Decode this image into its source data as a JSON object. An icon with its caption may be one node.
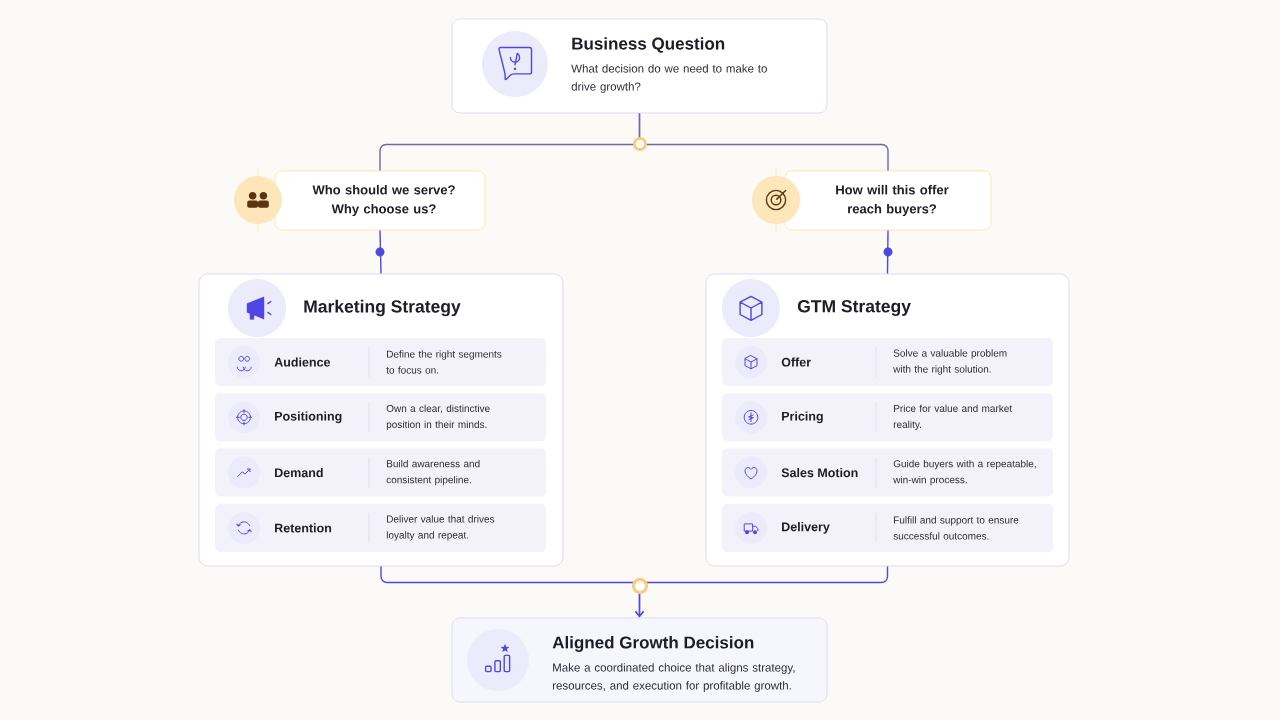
{
  "diagram": {
    "nodes": [
      {
        "text": [
          "Business Question",
          "What decision do we need to make to drive growth?"
        ]
      },
      {
        "text": [
          "Who should we serve? Why choose us?"
        ]
      },
      {
        "text": [
          "How will this offer reach buyers?"
        ]
      },
      {
        "text": [
          "Marketing Strategy"
        ]
      },
      {
        "text": [
          "Audience",
          "Define the right segments to focus on."
        ],
        "in": 3
      },
      {
        "text": [
          "Positioning",
          "Own a clear, distinctive position in their minds."
        ],
        "in": 3
      },
      {
        "text": [
          "Demand",
          "Build awareness and consistent pipeline."
        ],
        "in": 3
      },
      {
        "text": [
          "Retention",
          "Deliver value that drives loyalty and repeat."
        ],
        "in": 3
      },
      {
        "text": [
          "GTM Strategy"
        ]
      },
      {
        "text": [
          "Offer",
          "Solve a valuable problem with the right solution."
        ],
        "in": 8
      },
      {
        "text": [
          "Pricing",
          "Price for value and market reality."
        ],
        "in": 8
      },
      {
        "text": [
          "Sales Motion",
          "Guide buyers with a repeatable, win-win process."
        ],
        "in": 8
      },
      {
        "text": [
          "Delivery",
          "Fulfill and support to ensure successful outcomes."
        ],
        "in": 8
      },
      {
        "text": [
          "Aligned Growth Decision",
          "Make a coordinated choice that aligns strategy, resources, and execution for profitable growth."
        ]
      }
    ],
    "edges": [
      {
        "from": 0,
        "to": 1,
        "arrow": "none"
      },
      {
        "from": 0,
        "to": 2,
        "arrow": "none"
      },
      {
        "from": 1,
        "to": 3,
        "arrow": "none"
      },
      {
        "from": 2,
        "to": 8,
        "arrow": "none"
      },
      {
        "from": 3,
        "to": 13,
        "arrow": "to"
      },
      {
        "from": 8,
        "to": 13,
        "arrow": "to"
      }
    ]
  }
}
